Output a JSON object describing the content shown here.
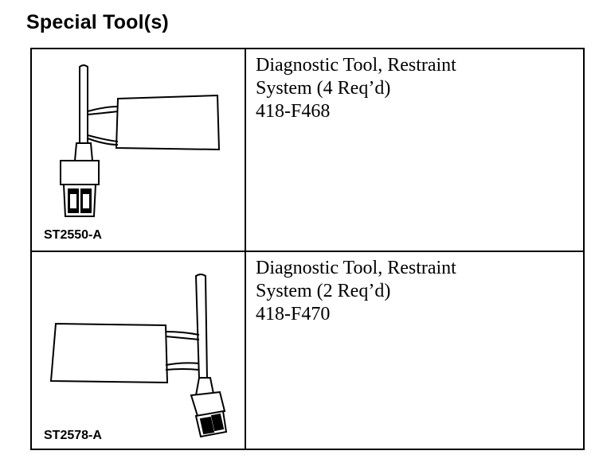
{
  "title": "Special Tool(s)",
  "tools": [
    {
      "code": "ST2550-A",
      "description_lines": [
        "Diagnostic Tool, Restraint",
        "System (4 Req’d)"
      ],
      "part_number": "418-F468",
      "icon": "restraint-diagnostic-tool-illustration"
    },
    {
      "code": "ST2578-A",
      "description_lines": [
        "Diagnostic Tool, Restraint",
        "System (2 Req’d)"
      ],
      "part_number": "418-F470",
      "icon": "restraint-diagnostic-tool-illustration"
    }
  ]
}
